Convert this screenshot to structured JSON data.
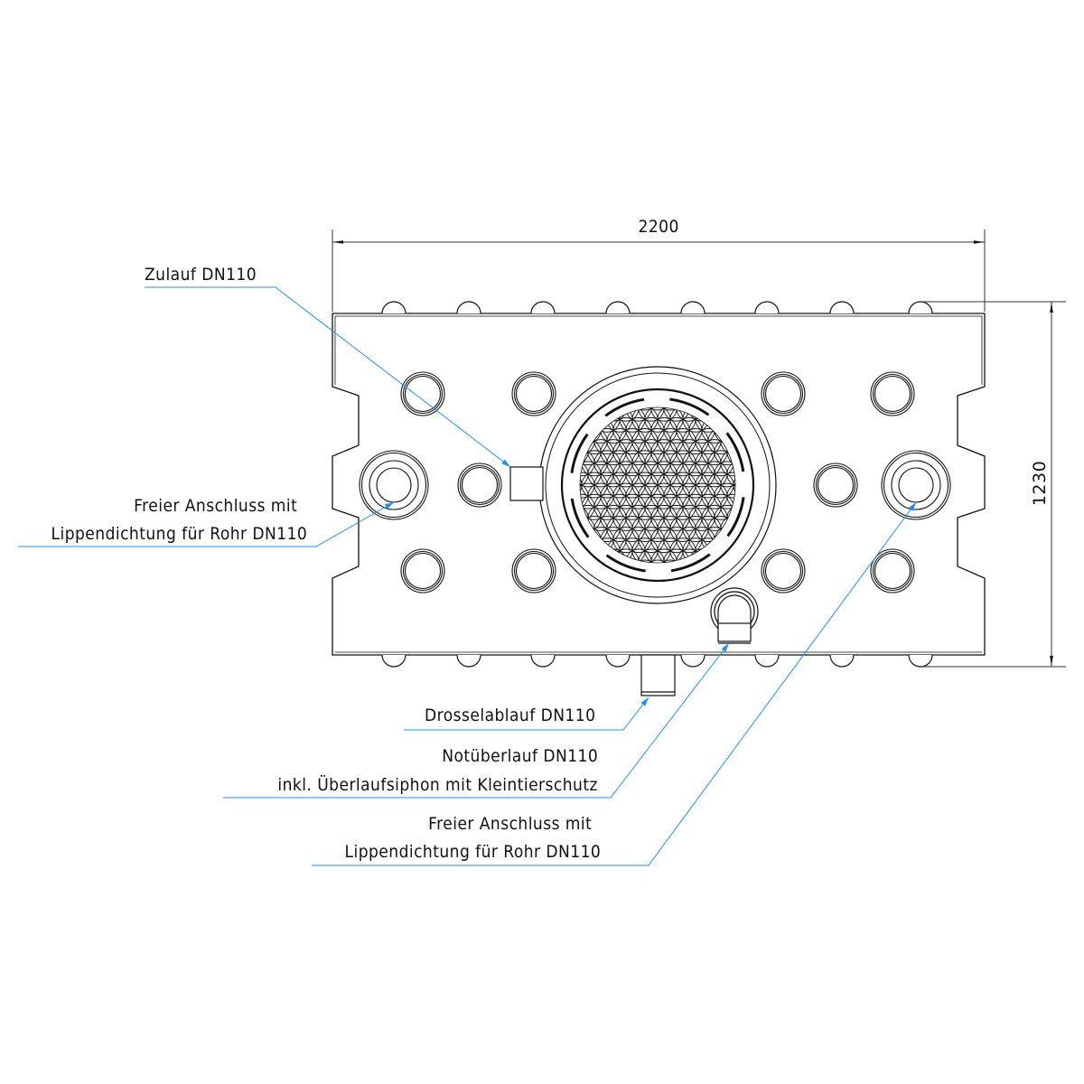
{
  "dimensions": {
    "width": "2200",
    "height": "1230"
  },
  "callouts": {
    "zulauf": "Zulauf DN110",
    "left_connection_1": "Freier Anschluss mit",
    "left_connection_2": "Lippendichtung für Rohr DN110",
    "drossel": "Drosselablauf DN110",
    "notueberlauf_1": "Notüberlauf DN110",
    "notueberlauf_2": "inkl. Überlaufsiphon mit Kleintierschutz",
    "right_connection_1": "Freier Anschluss mit",
    "right_connection_2": "Lippendichtung für Rohr DN110"
  },
  "colors": {
    "line": "#111111",
    "leader": "#1e90ff",
    "dim": "#333333"
  }
}
